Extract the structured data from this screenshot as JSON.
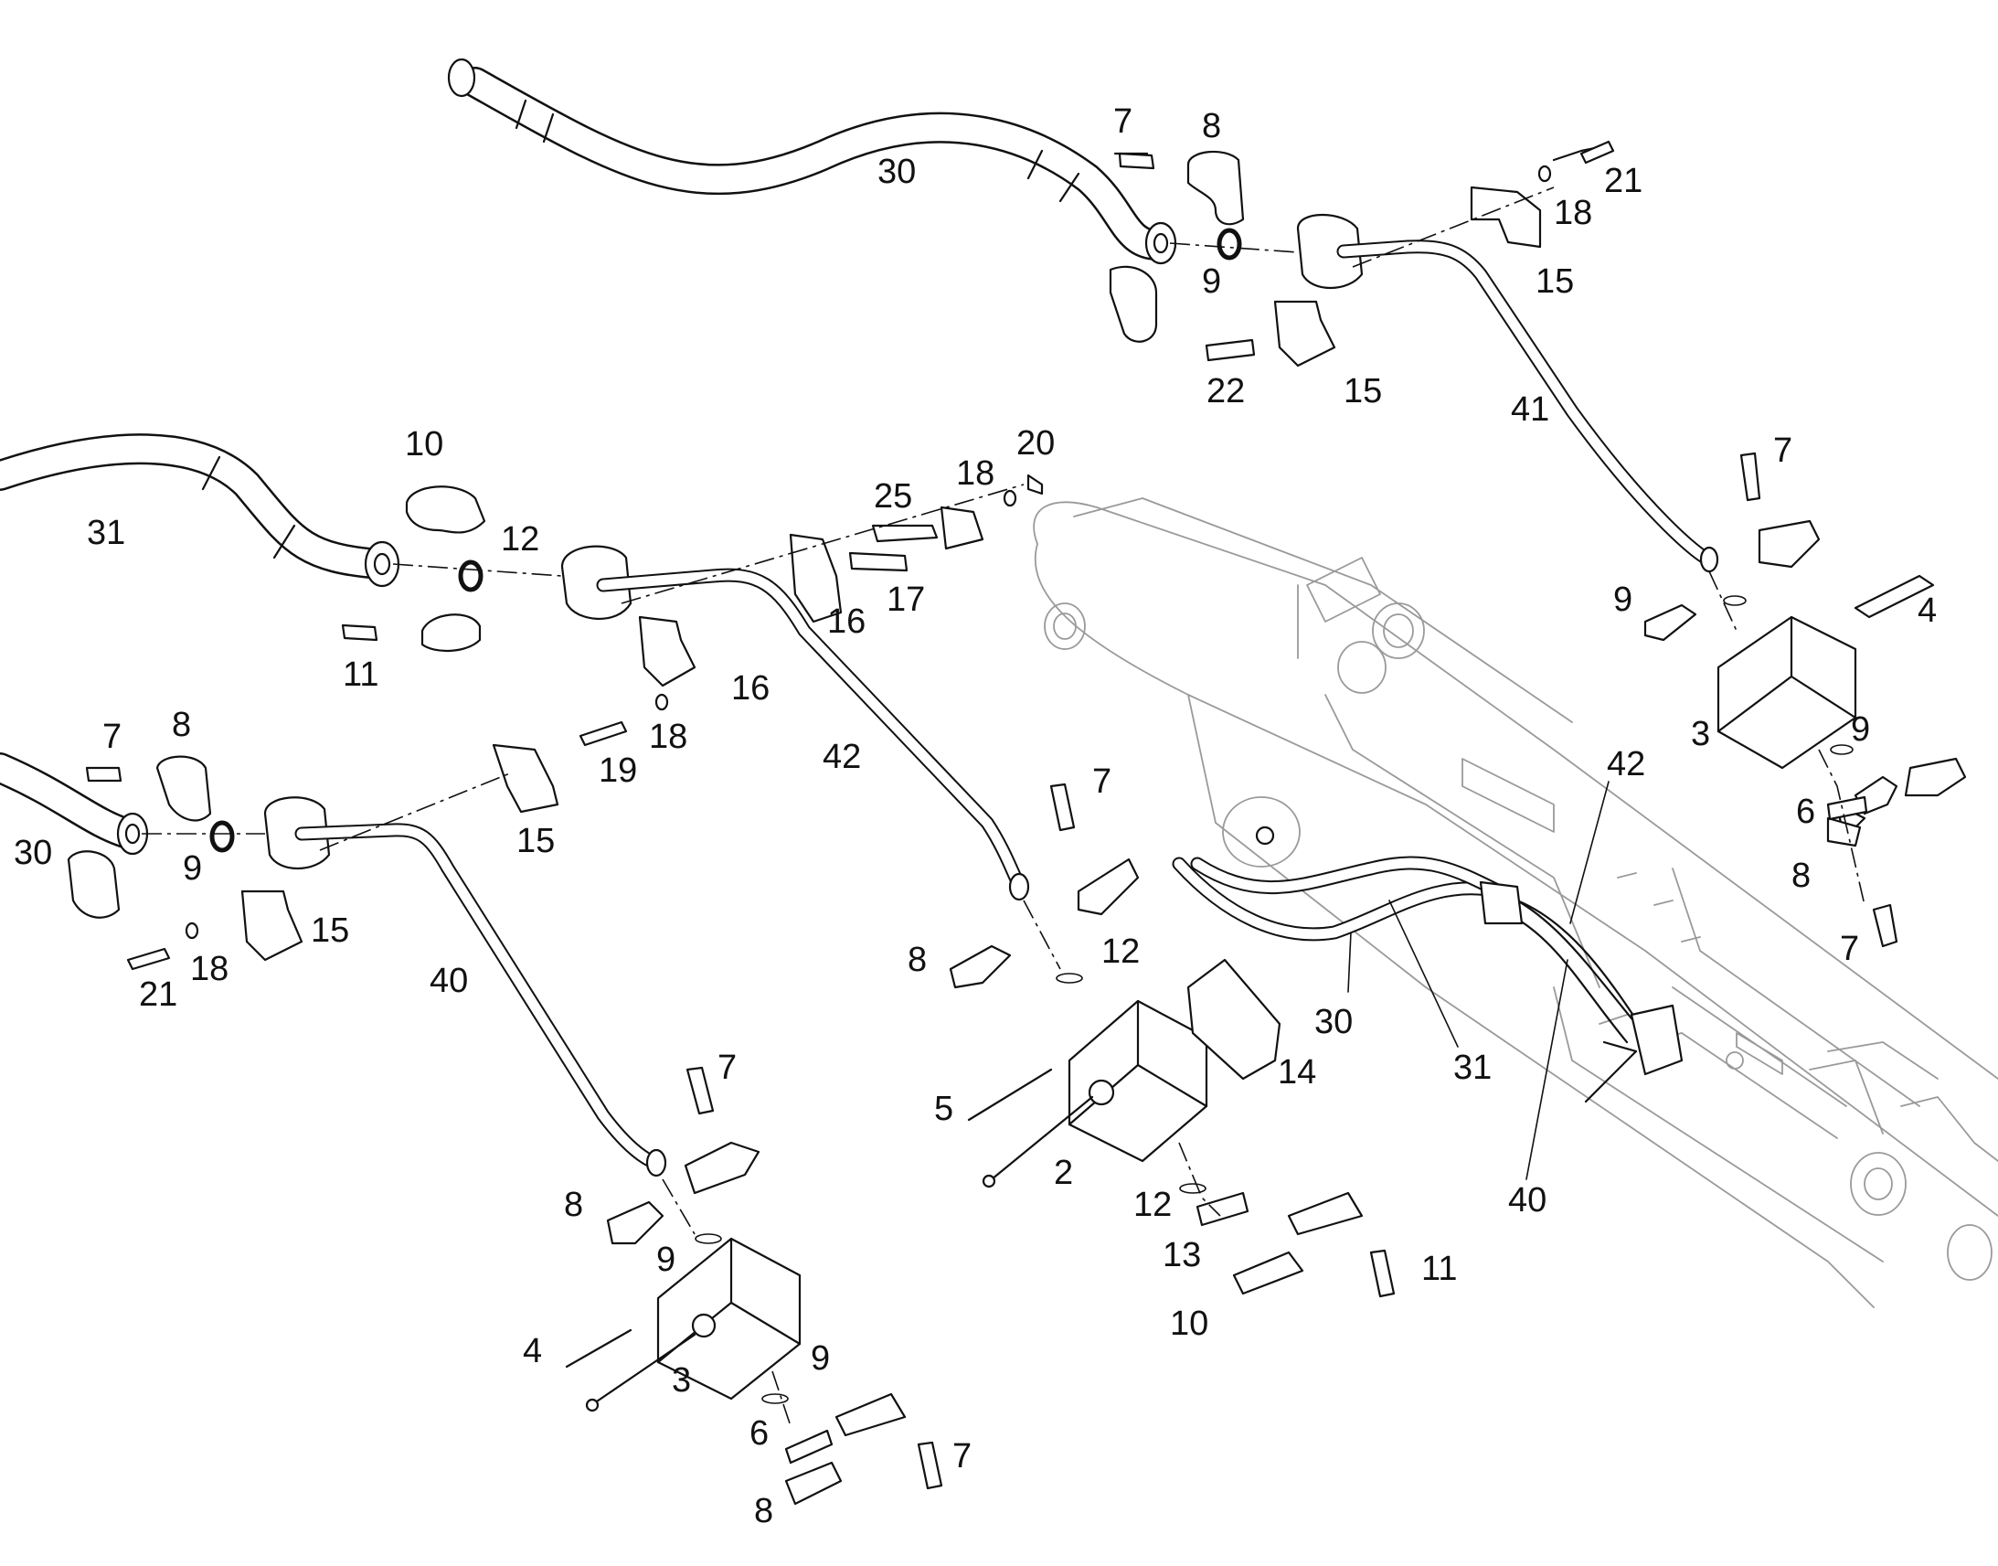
{
  "diagram": {
    "callouts": [
      {
        "id": "c1",
        "text": "30"
      },
      {
        "id": "c2",
        "text": "7"
      },
      {
        "id": "c3",
        "text": "8"
      },
      {
        "id": "c4",
        "text": "21"
      },
      {
        "id": "c5",
        "text": "18"
      },
      {
        "id": "c6",
        "text": "9"
      },
      {
        "id": "c7",
        "text": "15"
      },
      {
        "id": "c8",
        "text": "22"
      },
      {
        "id": "c9",
        "text": "15"
      },
      {
        "id": "c10",
        "text": "41"
      },
      {
        "id": "c11",
        "text": "10"
      },
      {
        "id": "c12",
        "text": "31"
      },
      {
        "id": "c13",
        "text": "12"
      },
      {
        "id": "c14",
        "text": "11"
      },
      {
        "id": "c15",
        "text": "20"
      },
      {
        "id": "c16",
        "text": "18"
      },
      {
        "id": "c17",
        "text": "25"
      },
      {
        "id": "c18",
        "text": "17"
      },
      {
        "id": "c19",
        "text": "16"
      },
      {
        "id": "c20",
        "text": "16"
      },
      {
        "id": "c21",
        "text": "19"
      },
      {
        "id": "c22",
        "text": "18"
      },
      {
        "id": "c23",
        "text": "42"
      },
      {
        "id": "c24",
        "text": "7"
      },
      {
        "id": "c25",
        "text": "8"
      },
      {
        "id": "c26",
        "text": "30"
      },
      {
        "id": "c27",
        "text": "9"
      },
      {
        "id": "c28",
        "text": "15"
      },
      {
        "id": "c29",
        "text": "15"
      },
      {
        "id": "c30",
        "text": "21"
      },
      {
        "id": "c31",
        "text": "18"
      },
      {
        "id": "c32",
        "text": "40"
      },
      {
        "id": "c33",
        "text": "7"
      },
      {
        "id": "c34",
        "text": "8"
      },
      {
        "id": "c35",
        "text": "12"
      },
      {
        "id": "c36",
        "text": "7"
      },
      {
        "id": "c37",
        "text": "4"
      },
      {
        "id": "c38",
        "text": "9"
      },
      {
        "id": "c39",
        "text": "3"
      },
      {
        "id": "c40",
        "text": "9"
      },
      {
        "id": "c41",
        "text": "6"
      },
      {
        "id": "c42",
        "text": "8"
      },
      {
        "id": "c43",
        "text": "7"
      },
      {
        "id": "c44",
        "text": "42"
      },
      {
        "id": "c45",
        "text": "30"
      },
      {
        "id": "c46",
        "text": "31"
      },
      {
        "id": "c47",
        "text": "40"
      },
      {
        "id": "c48",
        "text": "14"
      },
      {
        "id": "c49",
        "text": "5"
      },
      {
        "id": "c50",
        "text": "2"
      },
      {
        "id": "c51",
        "text": "12"
      },
      {
        "id": "c52",
        "text": "13"
      },
      {
        "id": "c53",
        "text": "11"
      },
      {
        "id": "c54",
        "text": "10"
      },
      {
        "id": "c55",
        "text": "7"
      },
      {
        "id": "c56",
        "text": "8"
      },
      {
        "id": "c57",
        "text": "9"
      },
      {
        "id": "c58",
        "text": "4"
      },
      {
        "id": "c59",
        "text": "3"
      },
      {
        "id": "c60",
        "text": "9"
      },
      {
        "id": "c61",
        "text": "6"
      },
      {
        "id": "c62",
        "text": "7"
      },
      {
        "id": "c63",
        "text": "8"
      }
    ]
  }
}
